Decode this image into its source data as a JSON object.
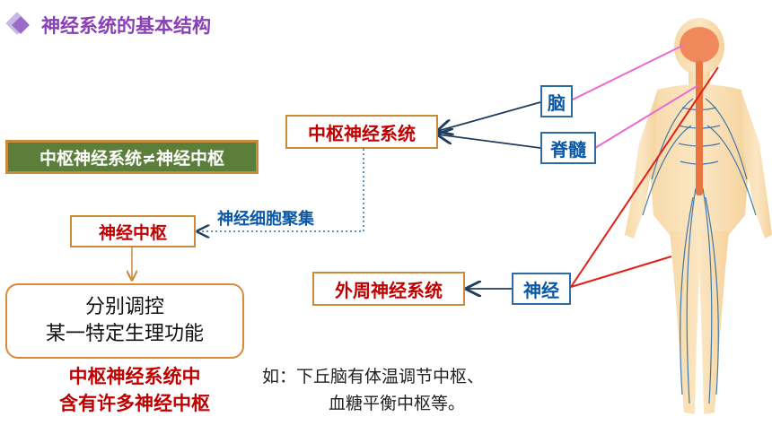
{
  "title": "神经系统的基本结构",
  "badge": "中枢神经系统≠神经中枢",
  "cns": "中枢神经系统",
  "pns": "外周神经系统",
  "brain": "脑",
  "spinal": "脊髓",
  "nerve": "神经",
  "aggregate": "神经细胞聚集",
  "center": "神经中枢",
  "function_lines": [
    "分别调控",
    "某一特定生理功能"
  ],
  "red_note": [
    "中枢神经系统中",
    "含有许多神经中枢"
  ],
  "example": [
    "如：下丘脑有体温调节中枢、",
    "血糖平衡中枢等。"
  ]
}
